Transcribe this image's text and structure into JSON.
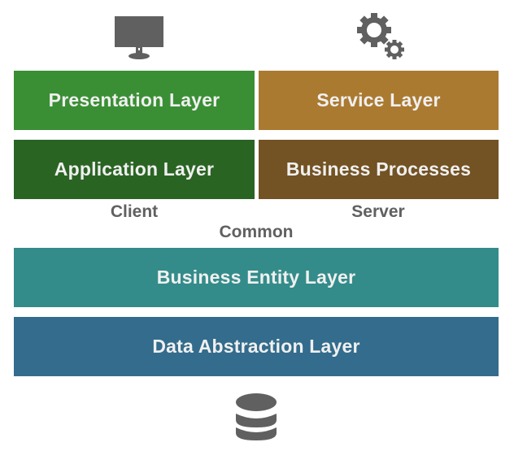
{
  "diagram": {
    "icons": {
      "client": "monitor-icon",
      "server": "gears-icon",
      "data": "database-icon"
    },
    "client": {
      "label": "Client",
      "layers": [
        {
          "name": "Presentation Layer",
          "color": "#3a8f34"
        },
        {
          "name": "Application Layer",
          "color": "#2a6423"
        }
      ]
    },
    "server": {
      "label": "Server",
      "layers": [
        {
          "name": "Service Layer",
          "color": "#ab7a31"
        },
        {
          "name": "Business Processes",
          "color": "#735223"
        }
      ]
    },
    "common": {
      "label": "Common",
      "layers": [
        {
          "name": "Business Entity Layer",
          "color": "#338c8a"
        },
        {
          "name": "Data Abstraction Layer",
          "color": "#336c8c"
        }
      ]
    },
    "icon_color": "#606060"
  }
}
